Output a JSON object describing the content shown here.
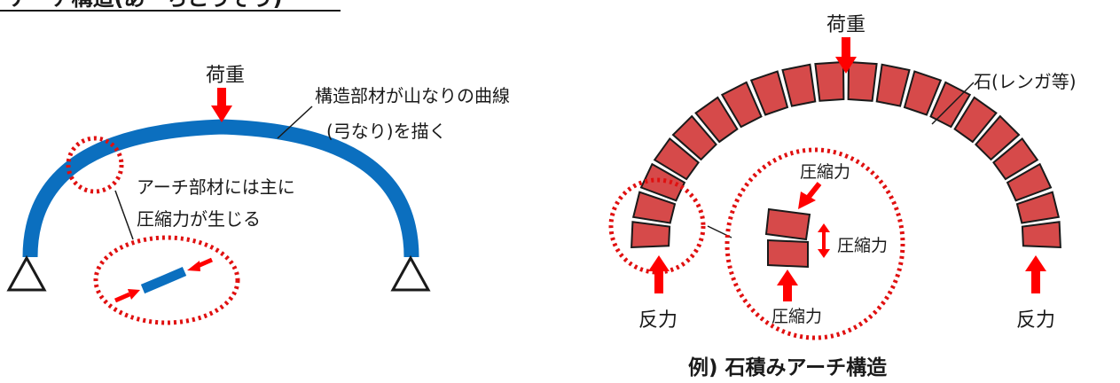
{
  "header": {
    "title": "アーチ構造(あーちこうぞう)"
  },
  "left": {
    "load_label": "荷重",
    "member_note_line1": "構造部材が山なりの曲線",
    "member_note_line2": "(弓なり)を描く",
    "compression_note_line1": "アーチ部材には主に",
    "compression_note_line2": "圧縮力が生じる"
  },
  "right": {
    "load_label": "荷重",
    "stone_label": "石(レンガ等)",
    "reaction_left": "反力",
    "reaction_right": "反力",
    "compression_top": "圧縮力",
    "compression_mid": "圧縮力",
    "compression_bottom": "圧縮力",
    "caption": "例) 石積みアーチ構造"
  },
  "colors": {
    "arch_blue": "#0b6fbf",
    "arrow_red": "#ff0000",
    "stone_fill": "#d64a4a",
    "dash_red": "#e01010",
    "ink": "#1a1a1a"
  }
}
